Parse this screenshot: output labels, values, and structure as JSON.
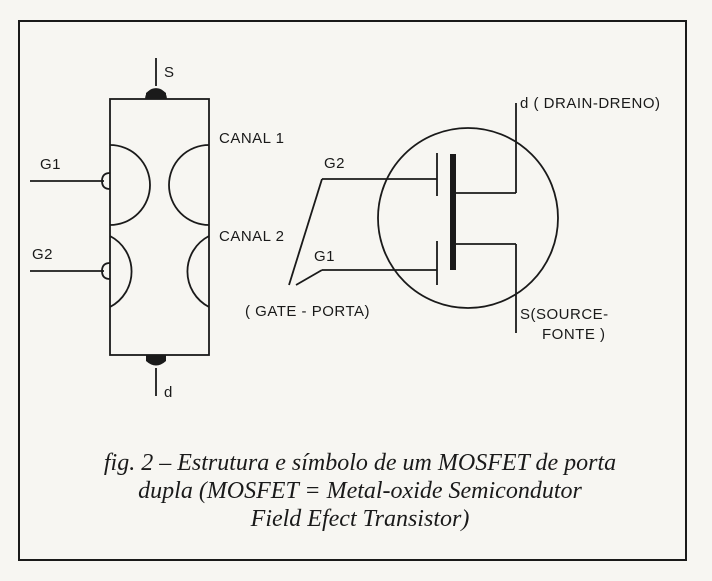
{
  "labels": {
    "s_top": "S",
    "d_bottom": "d",
    "g1_left": "G1",
    "g2_left": "G2",
    "canal1": "CANAL 1",
    "canal2": "CANAL 2",
    "g2_right": "G2",
    "g1_right": "G1",
    "gate": "( GATE - PORTA)",
    "drain": "d ( DRAIN-DRENO)",
    "source_line1": "S(SOURCE-",
    "source_line2": "FONTE )"
  },
  "caption": {
    "line1": "fig. 2 – Estrutura e símbolo de um MOSFET de porta",
    "line2": "dupla (MOSFET = Metal-oxide Semicondutor",
    "line3": "Field Efect Transistor)"
  }
}
